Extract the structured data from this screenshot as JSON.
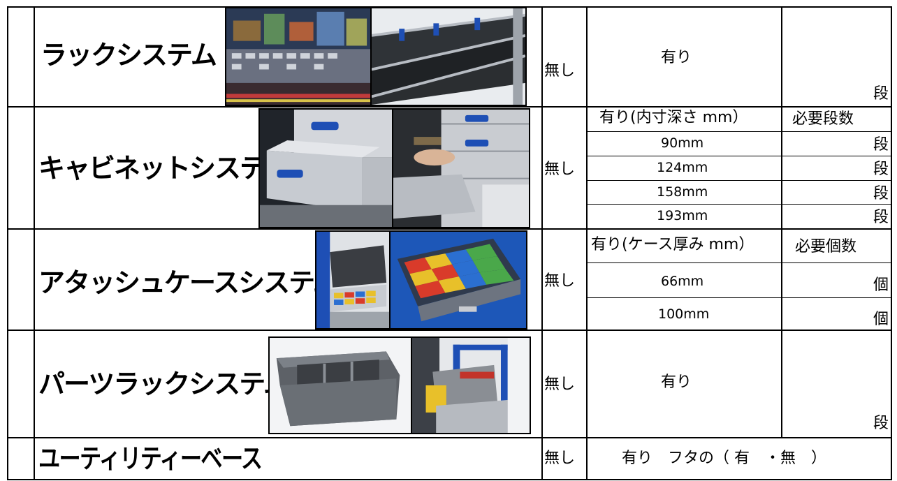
{
  "rows": [
    {
      "title": "ラックシステム",
      "none_label": "無し",
      "yes_label": "有り",
      "unit": "段",
      "images": [
        "rack-mosaic-photo",
        "rack-shelf-photo"
      ]
    },
    {
      "title": "キャビネットシステム",
      "none_label": "無し",
      "header_left": "有り(内寸深さ mm）",
      "header_right": "必要段数",
      "options": [
        {
          "size": "90mm",
          "unit": "段"
        },
        {
          "size": "124mm",
          "unit": "段"
        },
        {
          "size": "158mm",
          "unit": "段"
        },
        {
          "size": "193mm",
          "unit": "段"
        }
      ],
      "images": [
        "cabinet-drawer-photo",
        "cabinet-hand-photo"
      ]
    },
    {
      "title": "アタッシュケースシステム",
      "none_label": "無し",
      "header_left": "有り(ケース厚み mm）",
      "header_right": "必要個数",
      "options": [
        {
          "size": "66mm",
          "unit": "個"
        },
        {
          "size": "100mm",
          "unit": "個"
        }
      ],
      "images": [
        "attache-case-photo",
        "attache-tray-photo"
      ]
    },
    {
      "title": "パーツラックシステム",
      "none_label": "無し",
      "yes_label": "有り",
      "unit": "段",
      "images": [
        "parts-bin-photo",
        "parts-rack-photo"
      ]
    },
    {
      "title": "ユーティリティーベース",
      "none_label": "無し",
      "yes_label": "有り　フタの（ 有　・無　）"
    }
  ],
  "colors": {
    "border": "#000000",
    "drawer_blue": "#1e4fb5",
    "cabinet_gray": "#c9ccd1"
  }
}
